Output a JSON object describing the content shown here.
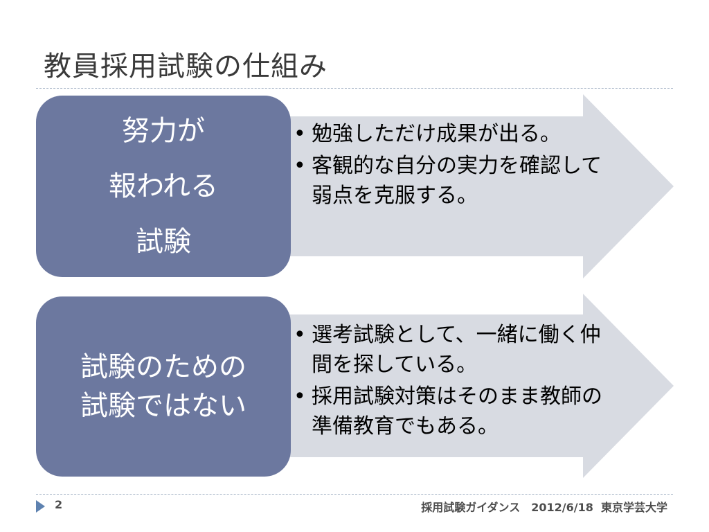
{
  "slide": {
    "title": "教員採用試験の仕組み",
    "page_number": "2",
    "footer": "採用試験ガイダンス　2012/6/18  東京学芸大学"
  },
  "colors": {
    "label_box": "#6c789f",
    "arrow": "#d8dbe2",
    "title": "#3a3a3a",
    "footer_triangle": "#5e82b0"
  },
  "sections": [
    {
      "label_lines": [
        "努力が",
        "報われる",
        "試験"
      ],
      "bullets": [
        "勉強しただけ成果が出る。",
        "客観的な自分の実力を確認して弱点を克服する。"
      ]
    },
    {
      "label_lines": [
        "試験のための",
        "試験ではない"
      ],
      "bullets": [
        "選考試験として、一緒に働く仲間を探している。",
        "採用試験対策はそのまま教師の準備教育でもある。"
      ]
    }
  ],
  "bullet_symbol": "•"
}
